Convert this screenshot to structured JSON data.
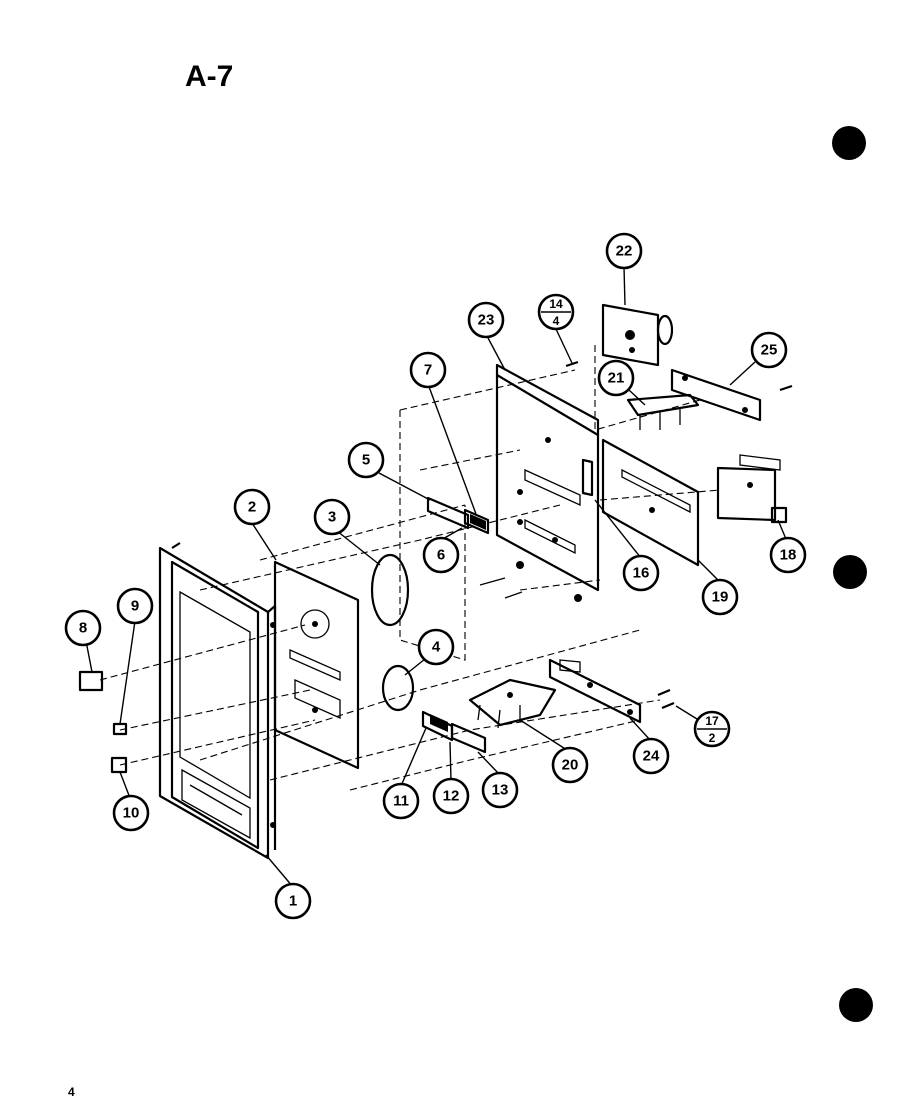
{
  "title": "A-7",
  "page_number": "4",
  "callouts": [
    {
      "id": "c1",
      "label": "1"
    },
    {
      "id": "c2",
      "label": "2"
    },
    {
      "id": "c3",
      "label": "3"
    },
    {
      "id": "c4",
      "label": "4"
    },
    {
      "id": "c5",
      "label": "5"
    },
    {
      "id": "c6",
      "label": "6"
    },
    {
      "id": "c7",
      "label": "7"
    },
    {
      "id": "c8",
      "label": "8"
    },
    {
      "id": "c9",
      "label": "9"
    },
    {
      "id": "c10",
      "label": "10"
    },
    {
      "id": "c11",
      "label": "11"
    },
    {
      "id": "c12",
      "label": "12"
    },
    {
      "id": "c13",
      "label": "13"
    },
    {
      "id": "c16",
      "label": "16"
    },
    {
      "id": "c18",
      "label": "18"
    },
    {
      "id": "c19",
      "label": "19"
    },
    {
      "id": "c20",
      "label": "20"
    },
    {
      "id": "c21",
      "label": "21"
    },
    {
      "id": "c22",
      "label": "22"
    },
    {
      "id": "c23",
      "label": "23"
    },
    {
      "id": "c24",
      "label": "24"
    },
    {
      "id": "c25",
      "label": "25"
    }
  ],
  "fraction_callouts": [
    {
      "id": "f14_4",
      "top": "14",
      "bottom": "4"
    },
    {
      "id": "f17_2",
      "top": "17",
      "bottom": "2"
    }
  ]
}
